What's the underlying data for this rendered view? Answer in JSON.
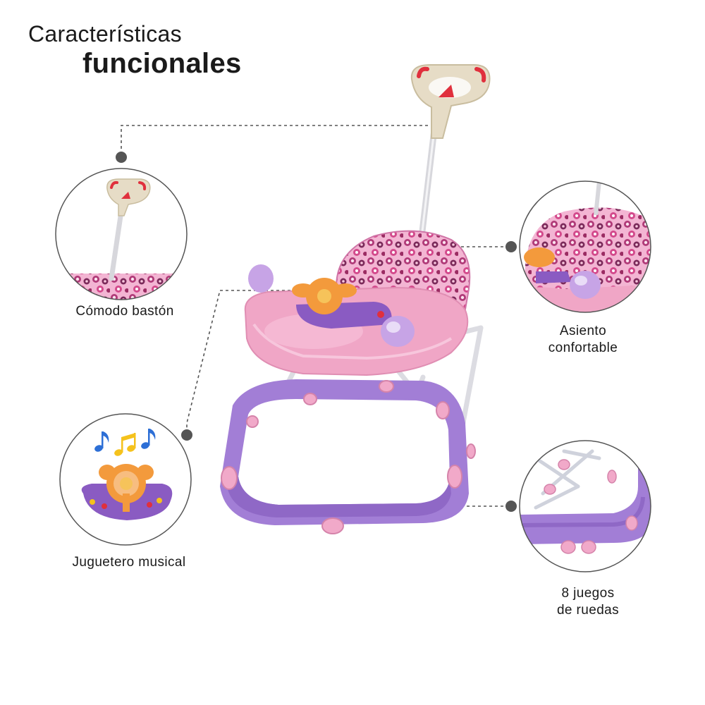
{
  "header": {
    "title_line1": "Características",
    "title_line2": "funcionales"
  },
  "features": [
    {
      "label": "Cómodo bastón"
    },
    {
      "label": "Asiento confortable",
      "line1": "Asiento",
      "line2": "confortable"
    },
    {
      "label": "Juguetero musical"
    },
    {
      "label": "8 juegos de ruedas",
      "line1": "8 juegos",
      "line2": "de ruedas"
    }
  ],
  "colors": {
    "frame_purple": "#a27ed6",
    "tray_pink": "#f0a6c6",
    "seat_pink": "#e892c4",
    "toy_orange": "#f39a3c",
    "handle_beige": "#e6dcc6",
    "handle_red": "#e0303d",
    "note_blue": "#2d6fd6",
    "note_yellow": "#f5c21c",
    "leader_line": "#555555"
  }
}
